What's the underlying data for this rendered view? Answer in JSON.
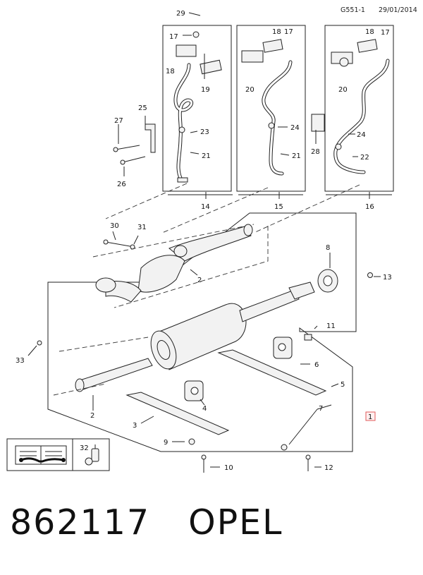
{
  "header": {
    "ref_code": "G551-1",
    "date": "29/01/2014"
  },
  "callouts": {
    "c29": "29",
    "c17a": "17",
    "c18a": "18",
    "c19": "19",
    "c18b": "18",
    "c17b": "17",
    "c20a": "20",
    "c18c": "18",
    "c17c": "17",
    "c20b": "20",
    "c25": "25",
    "c27": "27",
    "c23": "23",
    "c21a": "21",
    "c26": "26",
    "c24a": "24",
    "c21b": "21",
    "c28": "28",
    "c24b": "24",
    "c22": "22",
    "c14": "14",
    "c15": "15",
    "c16": "16",
    "c30": "30",
    "c31": "31",
    "c8": "8",
    "c13": "13",
    "c2a": "2",
    "c33": "33",
    "c11": "11",
    "c6": "6",
    "c5": "5",
    "c7": "7",
    "c1": "1",
    "c2b": "2",
    "c4": "4",
    "c3": "3",
    "c9": "9",
    "c32": "32",
    "c10": "10",
    "c12": "12"
  },
  "icons": {
    "manual": "manual-book-wrench-icon",
    "part32": "clamp-part-icon"
  },
  "caption": {
    "part_number": "862117",
    "brand": "OPEL"
  },
  "colors": {
    "highlight_box": "#e05a5a"
  }
}
